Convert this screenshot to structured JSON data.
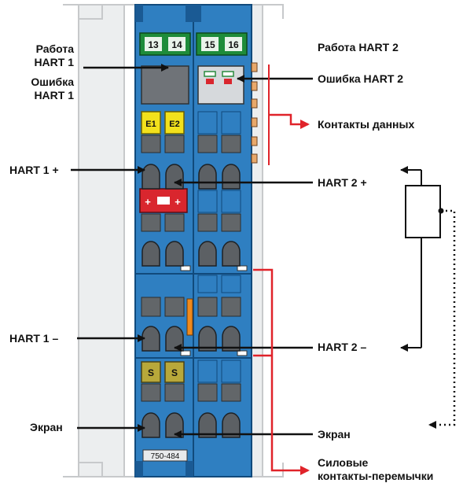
{
  "colors": {
    "module_blue": "#2f7fc1",
    "module_dark": "#1a5a94",
    "rail_gray": "#d8dadc",
    "label_green": "#1e8c3a",
    "label_yellow": "#f2e11c",
    "label_olive": "#b8a83a",
    "block_red": "#d9262e",
    "bracket_red": "#e0232a",
    "contact_orange": "#e8a86a",
    "wire": "#111111"
  },
  "module": {
    "part_number": "750-484",
    "terminal_tags_top": [
      "13",
      "14",
      "15",
      "16"
    ],
    "tags_e": [
      "E1",
      "E2"
    ],
    "tags_s": [
      "S",
      "S"
    ],
    "plus_signs": [
      "+",
      "+"
    ]
  },
  "labels": {
    "work_hart1": "Работа\nHART 1",
    "error_hart1": "Ошибка\nHART 1",
    "hart1_plus": "HART 1 +",
    "hart1_minus": "HART 1 –",
    "shield_left": "Экран",
    "work_hart2": "Работа HART 2",
    "error_hart2": "Ошибка HART 2",
    "data_contacts": "Контакты данных",
    "hart2_plus": "HART 2 +",
    "hart2_minus": "HART 2 –",
    "shield_right": "Экран",
    "power_contacts": "Силовые\nконтакты-перемычки"
  }
}
